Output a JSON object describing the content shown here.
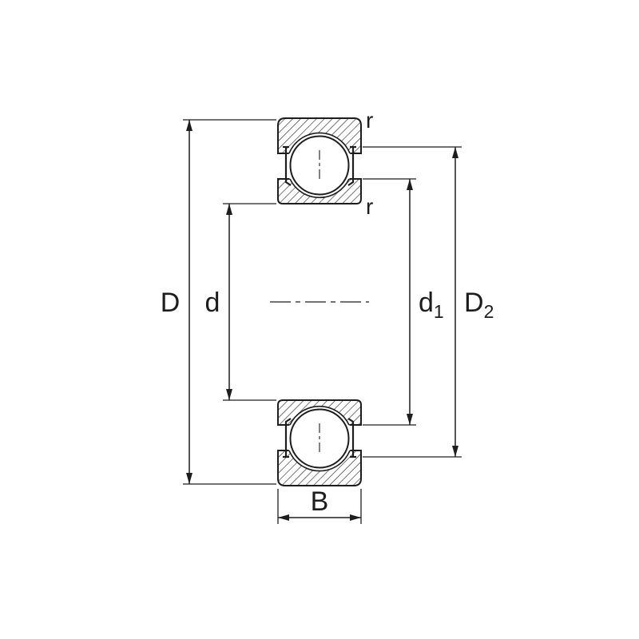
{
  "diagram": {
    "kind": "bearing-cross-section-dimension-drawing",
    "colors": {
      "line": "#1d1d1b",
      "background": "#ffffff"
    }
  },
  "labels": {
    "D": "D",
    "d": "d",
    "d1_main": "d",
    "d1_sub": "1",
    "D2_main": "D",
    "D2_sub": "2",
    "B": "B",
    "r_top": "r",
    "r_bottom": "r"
  }
}
